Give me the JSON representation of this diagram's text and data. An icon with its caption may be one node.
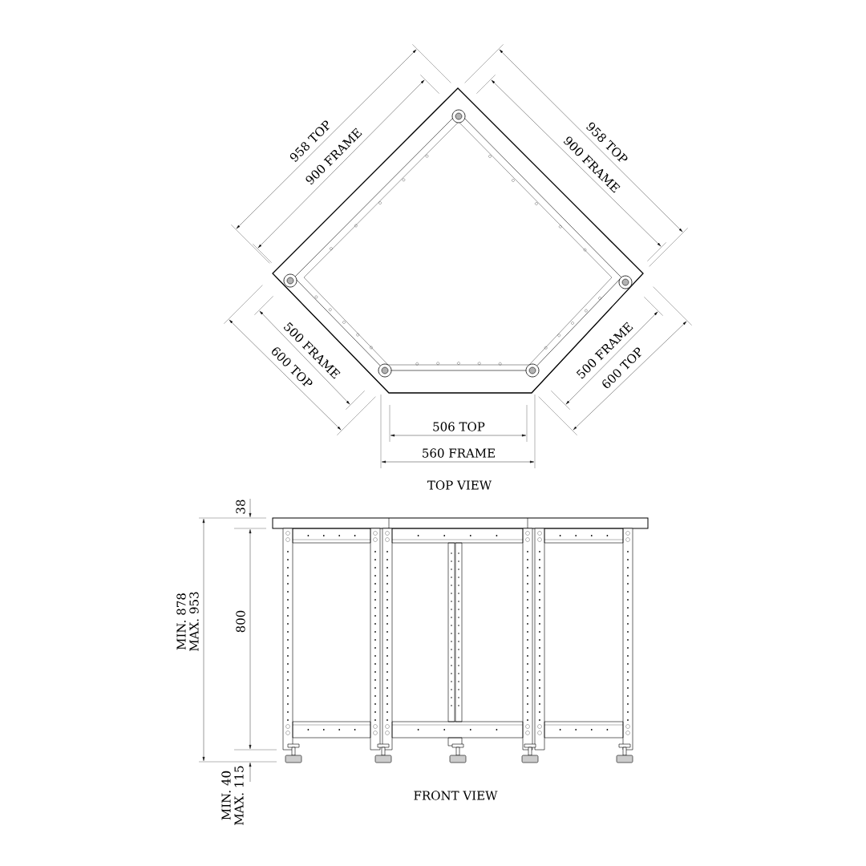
{
  "diagram": {
    "labels": [
      "958 TOP",
      "900 FRAME",
      "958 TOP",
      "900 FRAME",
      "500 FRAME",
      "600 TOP",
      "500 FRAME",
      "600 TOP",
      "506 TOP",
      "560 FRAME",
      "TOP VIEW",
      "38",
      "MIN. 878 MAX. 953",
      "800",
      "MIN. 40 MAX. 115",
      "FRONT VIEW"
    ]
  }
}
